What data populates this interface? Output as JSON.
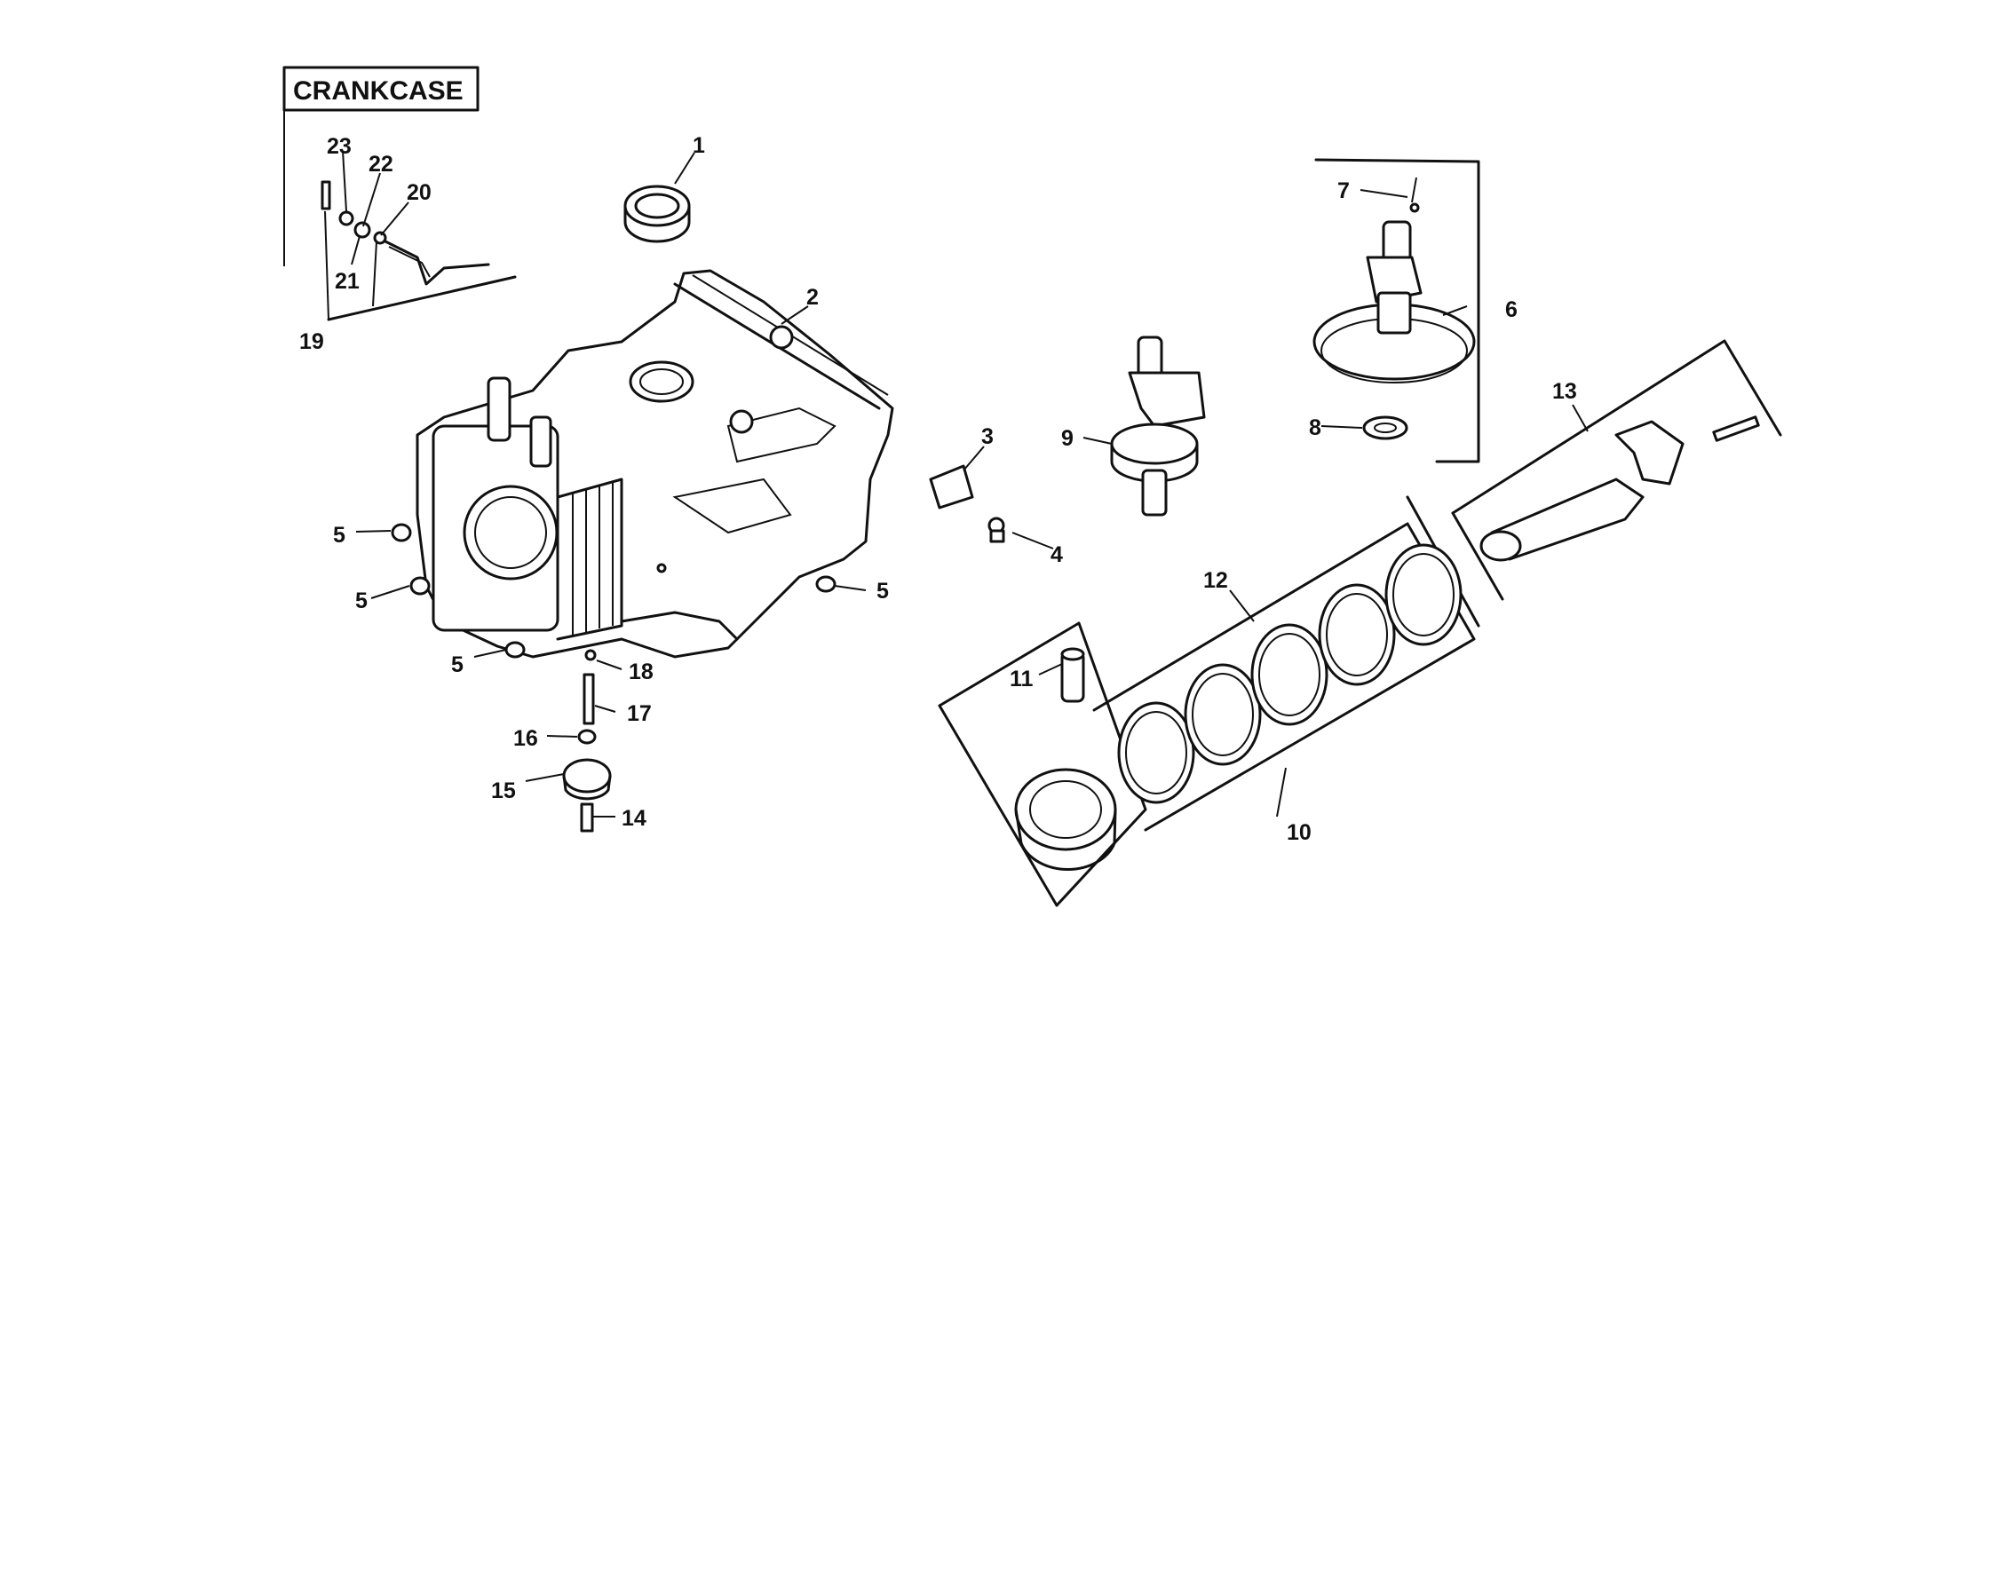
{
  "title": "CRANKCASE",
  "callouts": {
    "c1": "1",
    "c2": "2",
    "c3": "3",
    "c4": "4",
    "c5a": "5",
    "c5b": "5",
    "c5c": "5",
    "c5d": "5",
    "c6": "6",
    "c7": "7",
    "c8": "8",
    "c9": "9",
    "c10": "10",
    "c11": "11",
    "c12": "12",
    "c13": "13",
    "c14": "14",
    "c15": "15",
    "c16": "16",
    "c17": "17",
    "c18": "18",
    "c19": "19",
    "c20": "20",
    "c21": "21",
    "c22": "22",
    "c23": "23"
  }
}
